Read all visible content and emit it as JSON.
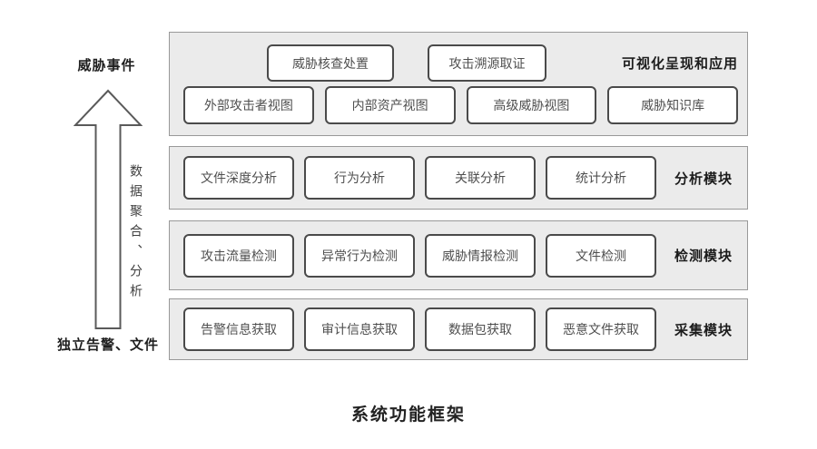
{
  "title": "系统功能框架",
  "left": {
    "top_label": "威胁事件",
    "arrow_label": "数据聚合、分析",
    "bottom_label": "独立告警、文件"
  },
  "layers": [
    {
      "name": "可视化呈现和应用",
      "rows": [
        [
          "威胁核查处置",
          "攻击溯源取证"
        ],
        [
          "外部攻击者视图",
          "内部资产视图",
          "高级威胁视图",
          "威胁知识库"
        ]
      ]
    },
    {
      "name": "分析模块",
      "boxes": [
        "文件深度分析",
        "行为分析",
        "关联分析",
        "统计分析"
      ]
    },
    {
      "name": "检测模块",
      "boxes": [
        "攻击流量检测",
        "异常行为检测",
        "威胁情报检测",
        "文件检测"
      ]
    },
    {
      "name": "采集模块",
      "boxes": [
        "告警信息获取",
        "审计信息获取",
        "数据包获取",
        "恶意文件获取"
      ]
    }
  ],
  "colors": {
    "panel_bg": "#ebebeb",
    "panel_border": "#999999",
    "box_border": "#4a4a4a",
    "box_bg": "#ffffff",
    "box_text": "#4f4f4f",
    "label_text": "#1c1c1c"
  }
}
